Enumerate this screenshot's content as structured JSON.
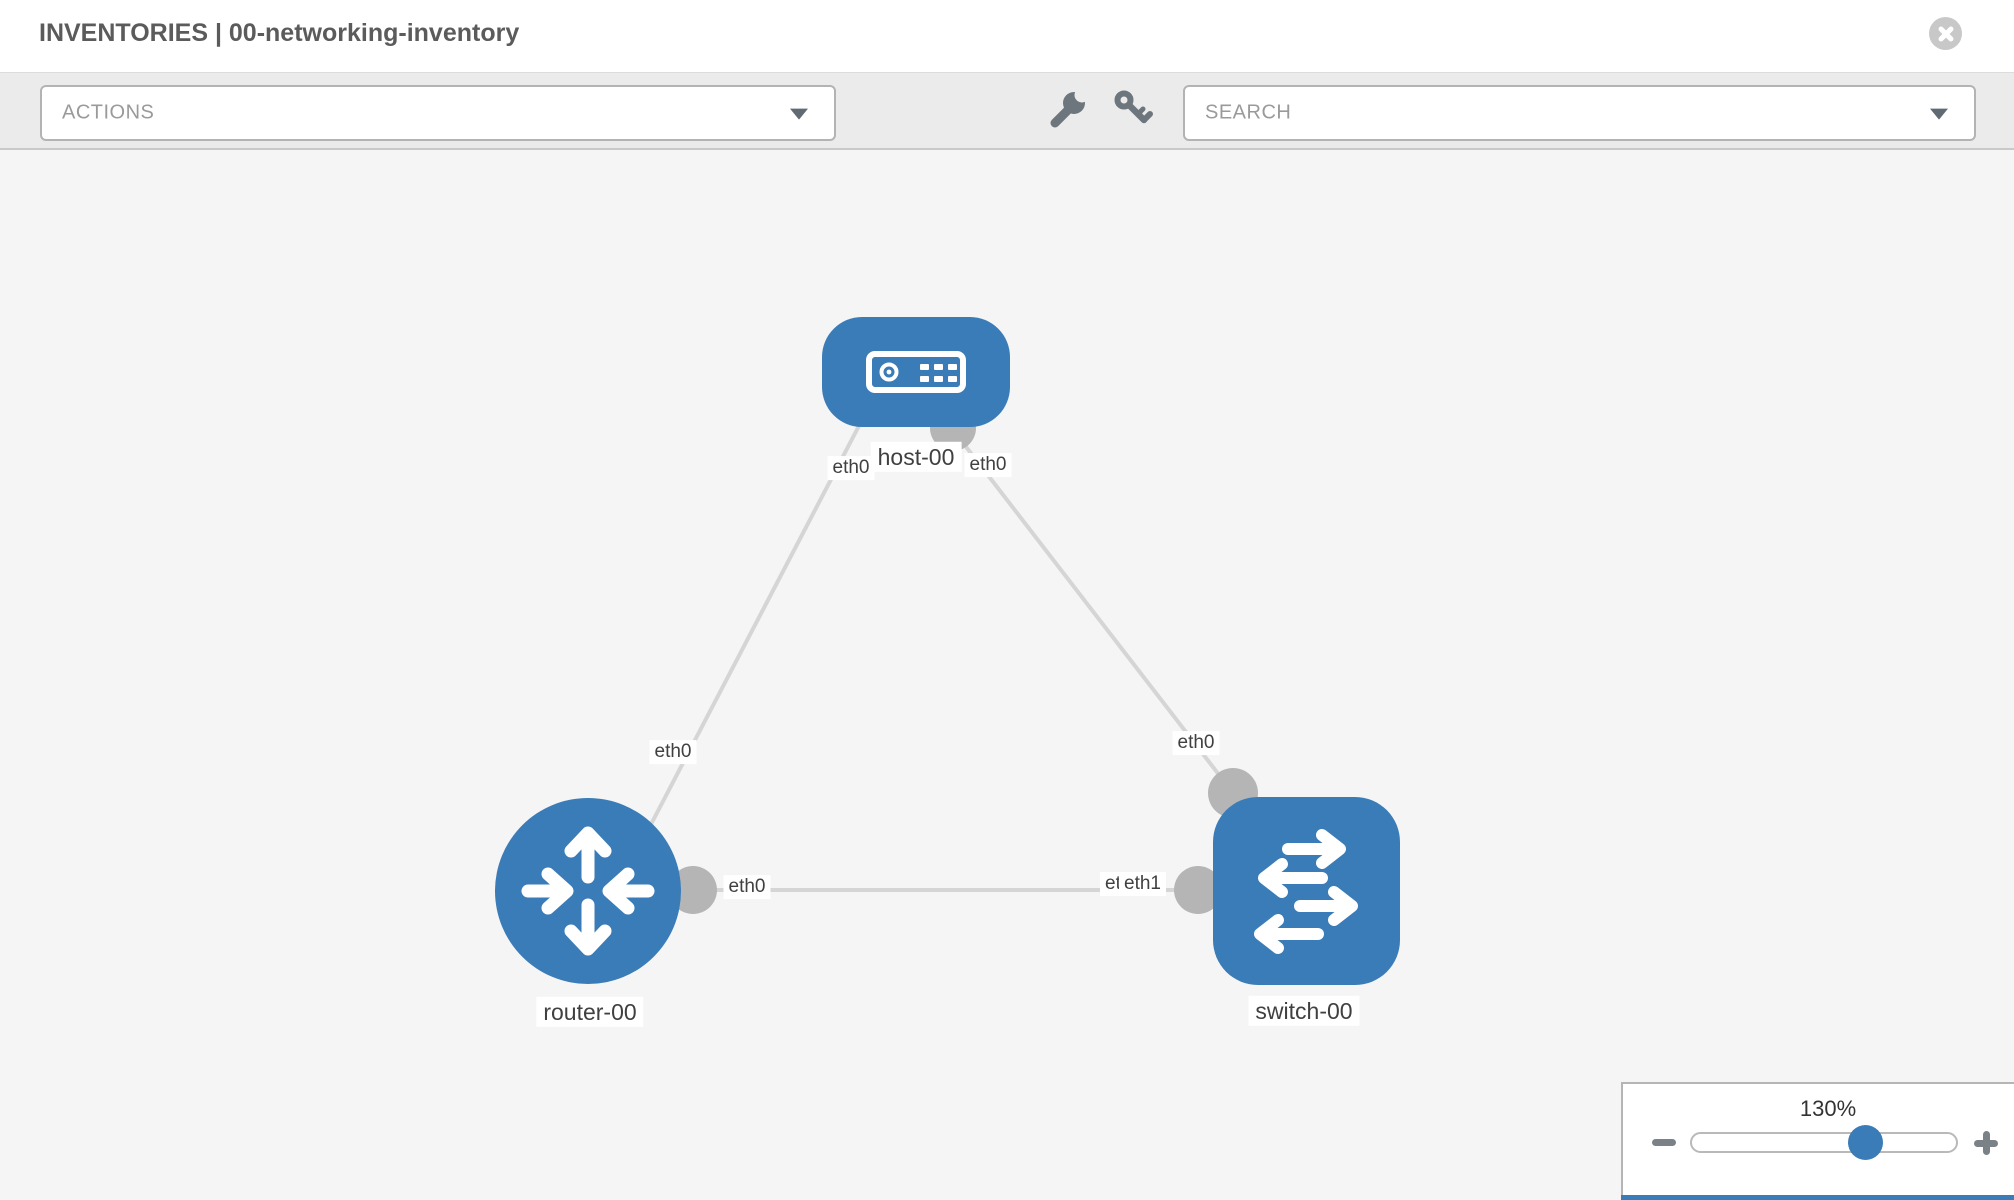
{
  "header": {
    "title": "INVENTORIES | 00-networking-inventory"
  },
  "toolbar": {
    "actions": {
      "label": "ACTIONS"
    },
    "search": {
      "label": "SEARCH"
    },
    "icons": [
      "wrench-icon",
      "key-icon"
    ]
  },
  "topology": {
    "nodes": [
      {
        "label": "host-00",
        "type": "host",
        "icon": "host-icon"
      },
      {
        "label": "router-00",
        "type": "router",
        "icon": "router-icon"
      },
      {
        "label": "switch-00",
        "type": "switch",
        "icon": "switch-icon"
      }
    ],
    "links": [
      {
        "from": "host-00",
        "to": "router-00",
        "from_interface": "eth0",
        "to_interface": "eth0"
      },
      {
        "from": "host-00",
        "to": "switch-00",
        "from_interface": "eth0",
        "to_interface": "eth0"
      },
      {
        "from": "router-00",
        "to": "switch-00",
        "from_interface": "eth0",
        "to_interface": "eth1",
        "to_interface_overlapped": "eth0"
      }
    ]
  },
  "zoom_control": {
    "value": "130%",
    "percent": 130,
    "slider_fraction": 0.65
  },
  "colors": {
    "node_blue": "#3a7cb8",
    "port_gray": "#b5b5b5",
    "link_gray": "#d5d5d5",
    "toolbar_bg": "#ebebeb",
    "canvas_bg": "#f5f5f5"
  }
}
